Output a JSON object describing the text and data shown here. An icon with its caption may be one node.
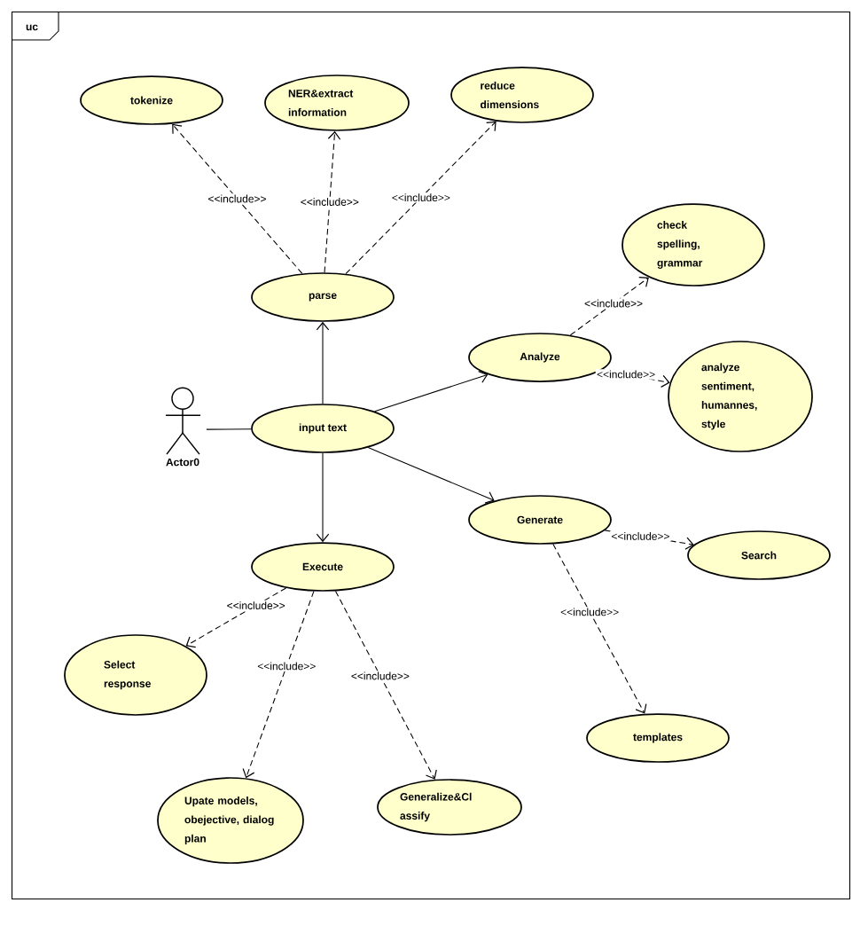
{
  "diagram": {
    "nodes": [
      {
        "text": [
          "uc"
        ]
      },
      {
        "text": [
          "tokenize"
        ],
        "in": 0
      },
      {
        "text": [
          "NER&extract information"
        ],
        "in": 0
      },
      {
        "text": [
          "reduce dimensions"
        ],
        "in": 0
      },
      {
        "text": [
          "check spelling, grammar"
        ],
        "in": 0
      },
      {
        "text": [
          "parse"
        ],
        "in": 0
      },
      {
        "text": [
          "Analyze"
        ],
        "in": 0
      },
      {
        "text": [
          "analyze sentiment, humannes, style"
        ],
        "in": 0
      },
      {
        "text": [
          "Actor0"
        ],
        "in": 0
      },
      {
        "text": [
          "input text"
        ],
        "in": 0
      },
      {
        "text": [
          "Generate"
        ],
        "in": 0
      },
      {
        "text": [
          "Search"
        ],
        "in": 0
      },
      {
        "text": [
          "Execute"
        ],
        "in": 0
      },
      {
        "text": [
          "Select response"
        ],
        "in": 0
      },
      {
        "text": [
          "templates"
        ],
        "in": 0
      },
      {
        "text": [
          "Upate models, obejective, dialog plan"
        ],
        "in": 0
      },
      {
        "text": [
          "Generalize&Cl assify"
        ],
        "in": 0
      }
    ],
    "edges": [
      {
        "from": 5,
        "to": 1,
        "arrow": "to",
        "label": "<<include>>",
        "style": "dashed"
      },
      {
        "from": 5,
        "to": 2,
        "arrow": "to",
        "label": "<<include>>",
        "style": "dashed"
      },
      {
        "from": 5,
        "to": 3,
        "arrow": "to",
        "label": "<<include>>",
        "style": "dashed"
      },
      {
        "from": 6,
        "to": 4,
        "arrow": "to",
        "label": "<<include>>",
        "style": "dashed"
      },
      {
        "from": 6,
        "to": 7,
        "arrow": "to",
        "label": "<<include>>",
        "style": "dashed"
      },
      {
        "from": 8,
        "to": 9,
        "arrow": "none"
      },
      {
        "from": 9,
        "to": 5,
        "arrow": "to"
      },
      {
        "from": 9,
        "to": 6,
        "arrow": "to"
      },
      {
        "from": 9,
        "to": 10,
        "arrow": "to"
      },
      {
        "from": 9,
        "to": 12,
        "arrow": "to"
      },
      {
        "from": 10,
        "to": 11,
        "arrow": "to",
        "label": "<<include>>",
        "style": "dashed"
      },
      {
        "from": 10,
        "to": 14,
        "arrow": "to",
        "label": "<<include>>",
        "style": "dashed"
      },
      {
        "from": 12,
        "to": 13,
        "arrow": "to",
        "label": "<<include>>",
        "style": "dashed"
      },
      {
        "from": 12,
        "to": 15,
        "arrow": "to",
        "label": "<<include>>",
        "style": "dashed"
      },
      {
        "from": 12,
        "to": 16,
        "arrow": "to",
        "label": "<<include>>",
        "style": "dashed"
      }
    ]
  }
}
